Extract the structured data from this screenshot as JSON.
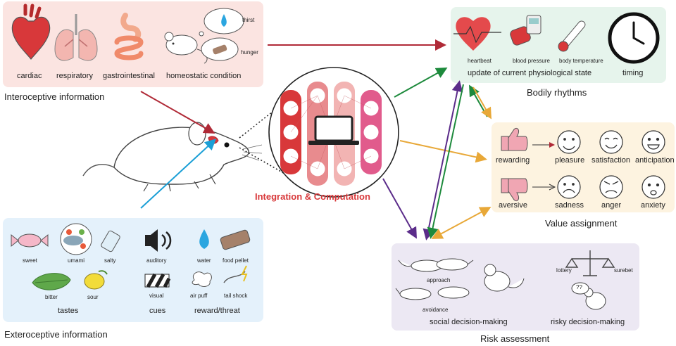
{
  "interoceptive": {
    "heading": "Interoceptive information",
    "items": [
      "cardiac",
      "respiratory",
      "gastrointestinal",
      "homeostatic condition"
    ],
    "thirst": "thirst",
    "hunger": "hunger"
  },
  "exteroceptive": {
    "heading": "Exteroceptive information",
    "tastes": {
      "label": "tastes",
      "items": [
        "sweet",
        "umami",
        "salty",
        "bitter",
        "sour"
      ]
    },
    "cues": {
      "label": "cues",
      "items": [
        "auditory",
        "visual"
      ]
    },
    "reward_threat": {
      "label": "reward/threat",
      "items": [
        "water",
        "food pellet",
        "air puff",
        "tail shock"
      ]
    }
  },
  "center": {
    "label": "Integration & Computation"
  },
  "bodily": {
    "heading": "Bodily rhythms",
    "items": [
      "heartbeat",
      "blood pressure",
      "body temperature"
    ],
    "update_label": "update of current physiological state",
    "timing_label": "timing"
  },
  "value": {
    "heading": "Value assignment",
    "rewarding": "rewarding",
    "aversive": "aversive",
    "positive": [
      "pleasure",
      "satisfaction",
      "anticipation"
    ],
    "negative": [
      "sadness",
      "anger",
      "anxiety"
    ]
  },
  "risk": {
    "heading": "Risk assessment",
    "approach": "approach",
    "avoidance": "avoidance",
    "social_label": "social decision-making",
    "lottery": "lottery",
    "surebet": "surebet",
    "question": "??",
    "risky_label": "risky decision-making"
  },
  "colors": {
    "intero_bg": "#fbe4e1",
    "extero_bg": "#e4f1fb",
    "bodily_bg": "#e6f4ec",
    "value_bg": "#fdf3e0",
    "risk_bg": "#ece8f3",
    "accent_red": "#d8383a",
    "arrow_red": "#b02a37",
    "arrow_blue": "#1a9fd6",
    "arrow_green": "#1d8a3c",
    "arrow_orange": "#e8a838",
    "arrow_purple": "#5b2c8a"
  }
}
